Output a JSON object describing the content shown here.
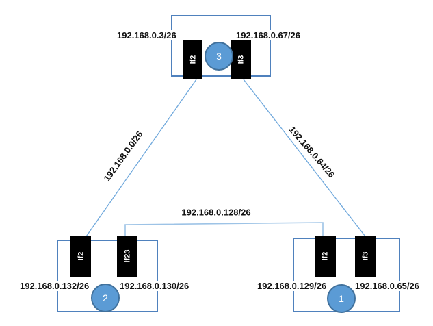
{
  "diagram": {
    "type": "network-topology",
    "nodes": [
      {
        "name": "router-3",
        "number": "3",
        "interfaces": [
          {
            "label": "If2"
          },
          {
            "label": "If3"
          }
        ],
        "ips": [
          {
            "value": "192.168.0.3/26"
          },
          {
            "value": "192.168.0.67/26"
          }
        ]
      },
      {
        "name": "router-2",
        "number": "2",
        "interfaces": [
          {
            "label": "If2"
          },
          {
            "label": "If23"
          }
        ],
        "ips": [
          {
            "value": "192.168.0.132/26"
          },
          {
            "value": "192.168.0.130/26"
          }
        ]
      },
      {
        "name": "router-1",
        "number": "1",
        "interfaces": [
          {
            "label": "If2"
          },
          {
            "label": "If3"
          }
        ],
        "ips": [
          {
            "value": "192.168.0.129/26"
          },
          {
            "value": "192.168.0.65/26"
          }
        ]
      }
    ],
    "links": [
      {
        "name": "link-router3-router2",
        "label": "192.168.0.0/26"
      },
      {
        "name": "link-router3-router1",
        "label": "192.168.0.64/26"
      },
      {
        "name": "link-router2-router1",
        "label": "192.168.0.128/26"
      }
    ],
    "colors": {
      "node_border": "#4f81bd",
      "link_line": "#6fa8dc",
      "link_line_light": "#9dc3e6",
      "circle_fill": "#5b9bd5",
      "circle_border": "#41719c",
      "interface_bar_fill": "#000000",
      "interface_bar_text": "#ffffff",
      "label_text": "#111111",
      "background": "#ffffff"
    }
  }
}
